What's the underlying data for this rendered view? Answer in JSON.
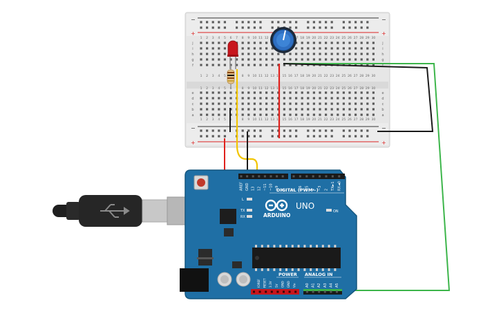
{
  "breadboard": {
    "rail_plus": "+",
    "rail_minus": "−",
    "column_numbers": [
      "1",
      "2",
      "3",
      "4",
      "5",
      "6",
      "7",
      "8",
      "9",
      "10",
      "11",
      "12",
      "13",
      "14",
      "15",
      "16",
      "17",
      "18",
      "19",
      "20",
      "21",
      "22",
      "23",
      "24",
      "25",
      "26",
      "27",
      "28",
      "29",
      "30"
    ],
    "row_letters_top": [
      "j",
      "i",
      "h",
      "g",
      "f"
    ],
    "row_letters_bottom": [
      "e",
      "d",
      "c",
      "b",
      "a"
    ]
  },
  "arduino": {
    "logo": "ARDUINO",
    "model": "UNO",
    "power_label": "POWER",
    "analog_label": "ANALOG IN",
    "digital_label": "DIGITAL (PWM~)",
    "led_labels": [
      "L",
      "TX",
      "RX"
    ],
    "on_label": "ON",
    "power_pins": [
      "IOREF",
      "RESET",
      "3.3V",
      "5V",
      "GND",
      "GND",
      "Vin"
    ],
    "analog_pins": [
      "A0",
      "A1",
      "A2",
      "A3",
      "A4",
      "A5"
    ],
    "digital_pins": [
      "AREF",
      "GND",
      "13",
      "12",
      "~11",
      "~10",
      "~9",
      "8",
      "7",
      "~6",
      "~5",
      "4",
      "~3",
      "2",
      "TX►1",
      "RX◄0"
    ]
  },
  "colors": {
    "wire_red": "#e0201b",
    "wire_black": "#1a1a1a",
    "wire_green": "#3cb54a",
    "wire_yellow": "#f2c500",
    "board_blue": "#1f6fa5",
    "breadboard": "#e8e8e8"
  }
}
